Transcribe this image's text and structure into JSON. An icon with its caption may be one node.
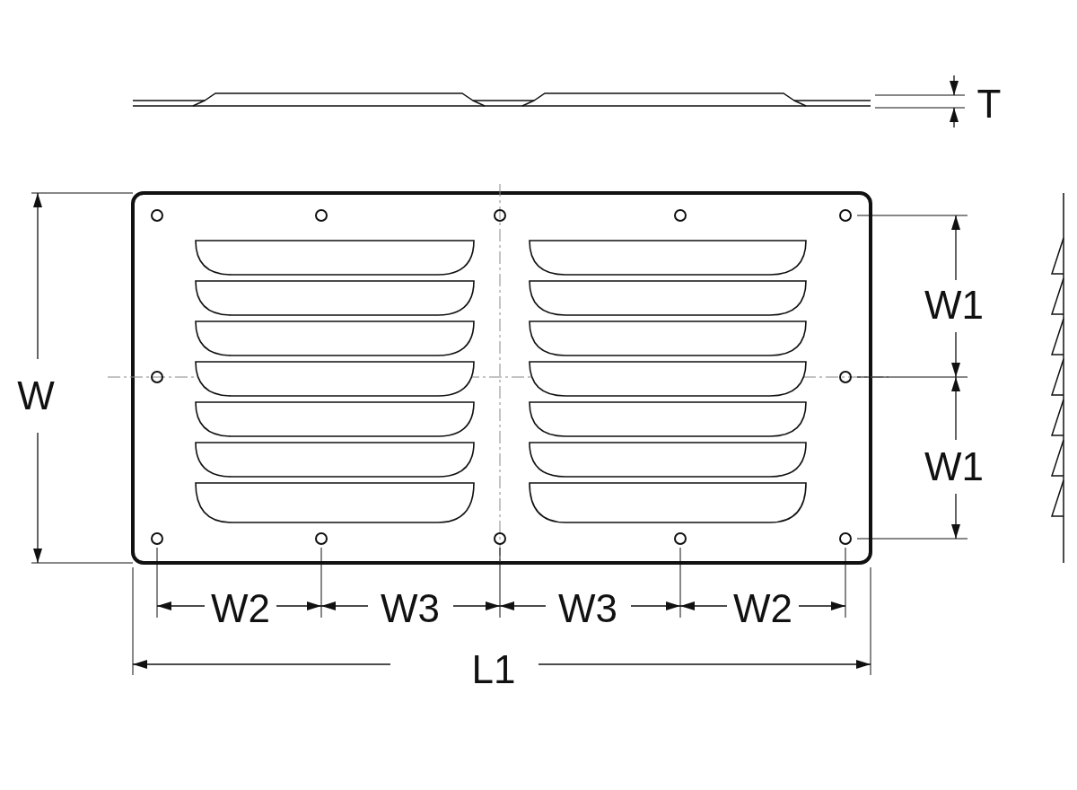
{
  "diagram": {
    "labels": [
      "T",
      "W",
      "W1",
      "W1",
      "W2",
      "W3",
      "W3",
      "W2",
      "L1"
    ]
  }
}
